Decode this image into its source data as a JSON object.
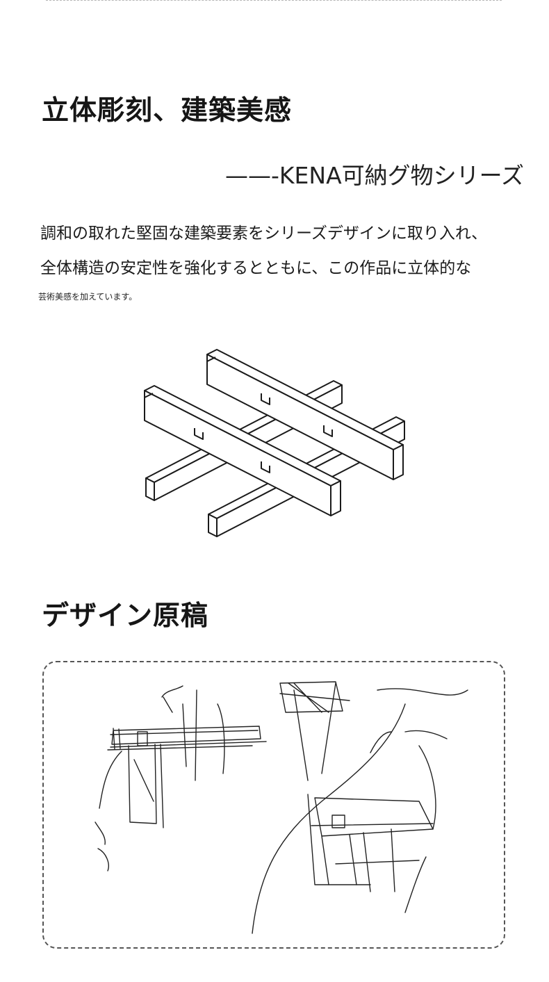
{
  "section1": {
    "heading": "立体彫刻、建築美感",
    "subtitle": "——-KENA可納グ物シリーズ",
    "body_lines": [
      "調和の取れた堅固な建築要素をシリーズデザインに取り入れ、",
      "全体構造の安定性を強化するとともに、この作品に立体的な"
    ],
    "small_note": "芸術美感を加えています。"
  },
  "section2": {
    "heading": "デザイン原稿"
  }
}
